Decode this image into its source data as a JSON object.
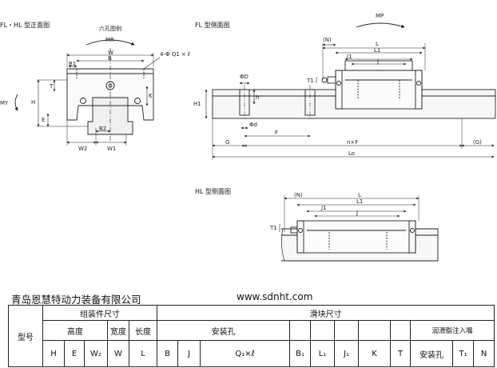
{
  "drawing": {
    "front_title": "FL・HL 型正面图",
    "front_sub": "六孔图例",
    "side_title_fl": "FL 型侧面图",
    "side_title_hl": "HL 型侧面图",
    "labels": {
      "Mr": "MR",
      "Mp": "MP",
      "My": "MY",
      "W": "W",
      "B": "B",
      "B1": "B1",
      "hole": "4-Φ Q1 × ℓ",
      "H": "H",
      "H1": "H1",
      "T": "T",
      "E": "E",
      "K": "K",
      "B2": "B2",
      "W2": "W2",
      "W1": "W1",
      "N": "(N)",
      "L": "L",
      "L1": "L1",
      "J1": "J1",
      "J": "J",
      "T1": "T1",
      "phiD": "ΦD",
      "h": "h",
      "phid": "Φd",
      "F": "F",
      "G": "G",
      "nxF": "n×F",
      "Gp": "(G)",
      "Lo": "Lo"
    }
  },
  "header": {
    "company": "青岛恩慧特动力装备有限公司",
    "website": "www.sdnht.com"
  },
  "table": {
    "model": "型号",
    "group_assembly": "组装件尺寸",
    "group_slider": "滑块尺寸",
    "height": "高度",
    "width": "宽度",
    "length": "长度",
    "mounting_hole": "安装孔",
    "lube_nipple": "润滑脂注入嘴",
    "cols": {
      "H": "H",
      "E": "E",
      "W2": "W₂",
      "W": "W",
      "L": "L",
      "B": "B",
      "J": "J",
      "Q": "Q₁×ℓ",
      "B1": "B₁",
      "L1": "L₁",
      "J1": "J₁",
      "K": "K",
      "T": "T",
      "mount_hole": "安装孔",
      "T1": "T₁",
      "N": "N"
    }
  }
}
